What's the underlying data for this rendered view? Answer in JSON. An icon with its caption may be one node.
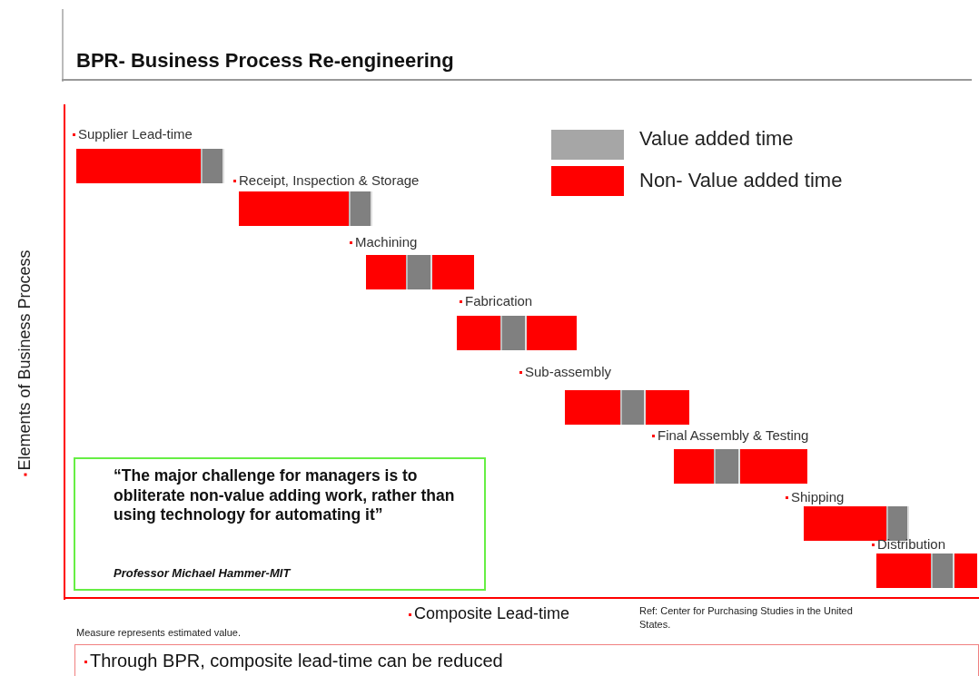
{
  "diagram": {
    "title": "BPR- Business Process Re-engineering",
    "nodes": [
      {
        "text": [
          "Supplier Lead-time"
        ]
      },
      {
        "text": [
          "Receipt, Inspection & Storage"
        ]
      },
      {
        "text": [
          "Machining"
        ]
      },
      {
        "text": [
          "Fabrication"
        ]
      },
      {
        "text": [
          "Sub-assembly"
        ]
      },
      {
        "text": [
          "Final Assembly & Testing"
        ]
      },
      {
        "text": [
          "Shipping"
        ]
      },
      {
        "text": [
          "Distribution"
        ]
      },
      {
        "text": [
          "“The major challenge for managers is to obliterate non-value adding work, rather than using technology for automating it”",
          "Professor Michael Hammer-MIT"
        ]
      },
      {
        "text": [
          "Through BPR, composite lead-time can be reduced"
        ]
      }
    ],
    "labels": [
      "Elements of Business Process",
      "Composite Lead-time",
      "Measure represents estimated value.",
      "Ref: Center for Purchasing Studies in the United States."
    ],
    "legend": [
      {
        "text": "Value added time",
        "color": "#a6a6a6"
      },
      {
        "text": "Non- Value added time",
        "color": "#ff0000"
      }
    ]
  }
}
